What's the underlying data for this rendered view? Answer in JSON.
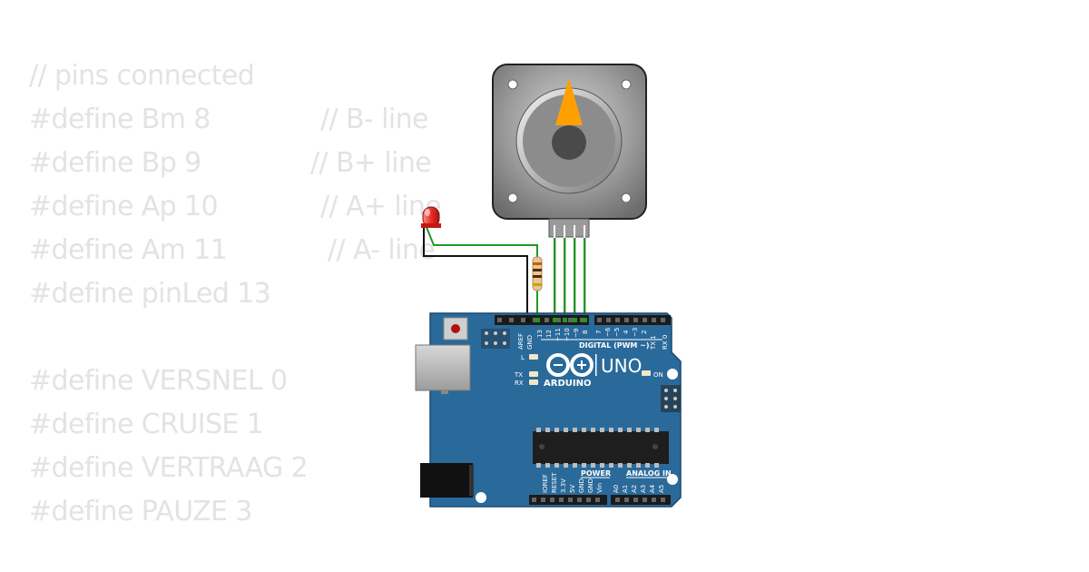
{
  "code": {
    "lines": [
      {
        "text": "// pins connected",
        "comment": ""
      },
      {
        "text": "#define Bm 8",
        "comment": "// B- line"
      },
      {
        "text": "#define Bp 9",
        "comment": "// B+ line"
      },
      {
        "text": "#define Ap 10",
        "comment": "// A+ line"
      },
      {
        "text": "#define Am 11",
        "comment": "// A- line"
      },
      {
        "text": "#define pinLed 13",
        "comment": ""
      },
      {
        "text": "",
        "comment": ""
      },
      {
        "text": "#define VERSNEL 0",
        "comment": ""
      },
      {
        "text": "#define CRUISE 1",
        "comment": ""
      },
      {
        "text": "#define VERTRAAG 2",
        "comment": ""
      },
      {
        "text": "#define PAUZE 3",
        "comment": ""
      }
    ]
  },
  "board": {
    "brand": "ARDUINO",
    "model": "UNO",
    "digital_label": "DIGITAL (PWM ~)",
    "power_label": "POWER",
    "analog_label": "ANALOG IN",
    "on_label": "ON",
    "led_l": "L",
    "led_tx": "TX",
    "led_rx": "RX",
    "header_top_left": [
      "AREF",
      "GND",
      "13",
      "12",
      "~11",
      "~10",
      "~9",
      "8"
    ],
    "header_top_right": [
      "7",
      "~6",
      "~5",
      "4",
      "~3",
      "2",
      "TX 1",
      "RX 0"
    ],
    "header_power": [
      "IOREF",
      "RESET",
      "3.3V",
      "5V",
      "GND",
      "GND",
      "Vin"
    ],
    "header_analog": [
      "A0",
      "A1",
      "A2",
      "A3",
      "A4",
      "A5"
    ]
  },
  "colors": {
    "code_text": "#e3e3e3",
    "board_blue": "#2a6a9a",
    "wire_green": "#1f9a1f",
    "wire_black": "#111111",
    "motor_pointer": "#ffa000",
    "led_red": "#e8302a"
  }
}
